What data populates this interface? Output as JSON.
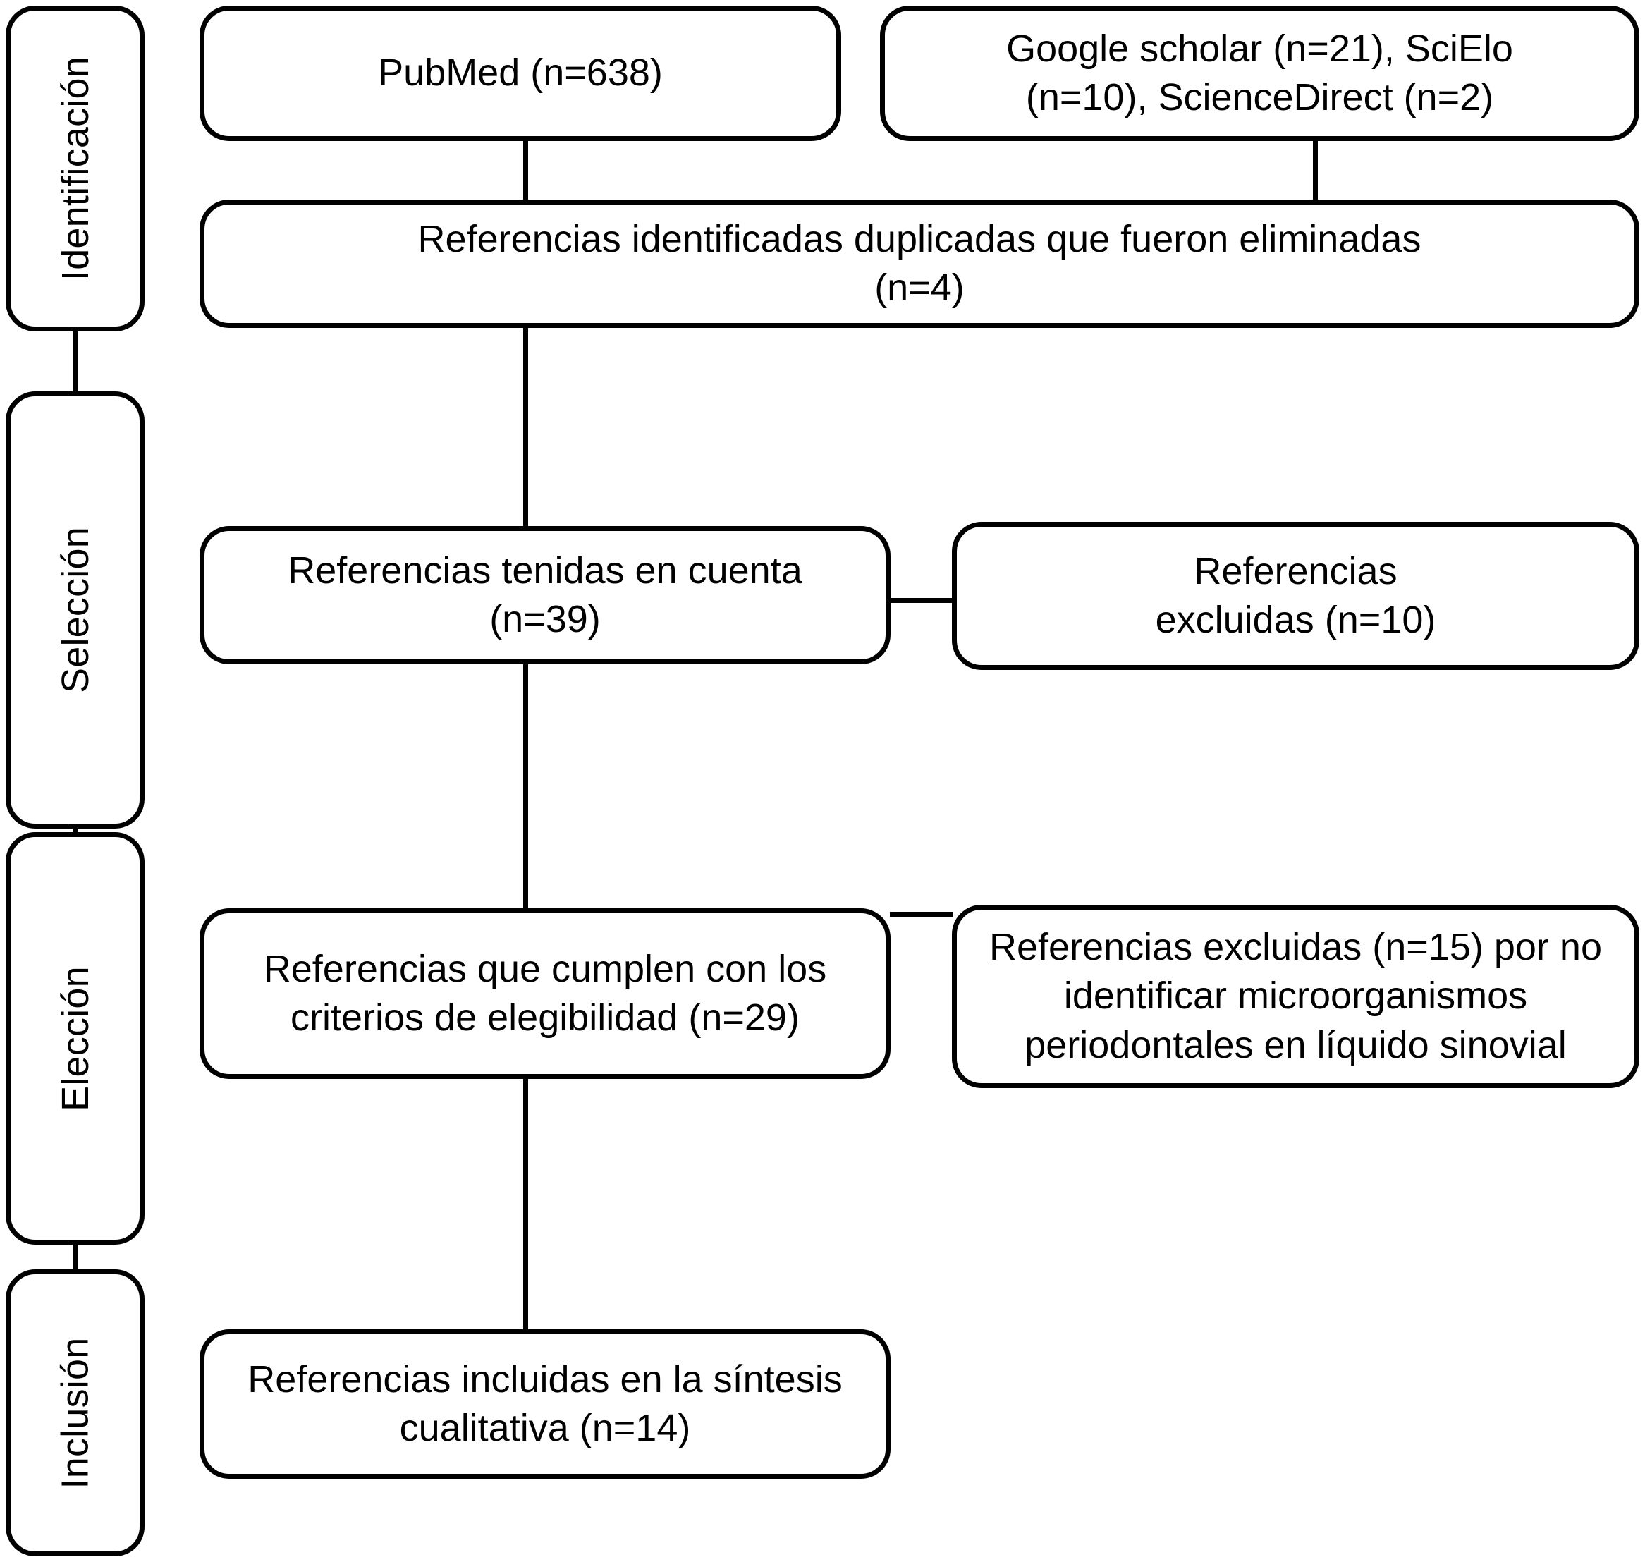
{
  "diagram": {
    "title": "PRISMA flow diagram",
    "language": "es",
    "line_color": "#000000",
    "box_fill": "#ffffff",
    "text_color": "#000000"
  },
  "stages": [
    {
      "id": "identificacion",
      "label": "Identificación"
    },
    {
      "id": "seleccion",
      "label": "Selección"
    },
    {
      "id": "eleccion",
      "label": "Elección"
    },
    {
      "id": "inclusion",
      "label": "Inclusión"
    }
  ],
  "nodes": {
    "pubmed": {
      "text": "PubMed (n=638)"
    },
    "other_sources": {
      "text": "Google scholar (n=21), SciElo\n(n=10), ScienceDirect (n=2)"
    },
    "duplicates": {
      "text": "Referencias identificadas duplicadas que fueron eliminadas\n(n=4)"
    },
    "screened": {
      "text": "Referencias tenidas en cuenta (n=39)"
    },
    "excluded_1": {
      "text": "Referencias\nexcluidas (n=10)"
    },
    "eligible": {
      "text": "Referencias que cumplen con los\ncriterios de elegibilidad (n=29)"
    },
    "excluded_2": {
      "text": "Referencias excluidas (n=15) por no\nidentificar microorganismos\nperiodontales en líquido sinovial"
    },
    "included": {
      "text": "Referencias incluidas en la síntesis\ncualitativa (n=14)"
    }
  },
  "chart_data": {
    "type": "diagram",
    "title": "PRISMA flow diagram",
    "records": [
      {
        "stage": "Identificación",
        "label": "PubMed",
        "n": 638
      },
      {
        "stage": "Identificación",
        "label": "Google scholar",
        "n": 21
      },
      {
        "stage": "Identificación",
        "label": "SciElo",
        "n": 10
      },
      {
        "stage": "Identificación",
        "label": "ScienceDirect",
        "n": 2
      },
      {
        "stage": "Identificación",
        "label": "Referencias identificadas duplicadas que fueron eliminadas",
        "n": 4
      },
      {
        "stage": "Selección",
        "label": "Referencias tenidas en cuenta",
        "n": 39
      },
      {
        "stage": "Selección",
        "label": "Referencias excluidas",
        "n": 10
      },
      {
        "stage": "Elección",
        "label": "Referencias que cumplen con los criterios de elegibilidad",
        "n": 29
      },
      {
        "stage": "Elección",
        "label": "Referencias excluidas por no identificar microorganismos periodontales en líquido sinovial",
        "n": 15
      },
      {
        "stage": "Inclusión",
        "label": "Referencias incluidas en la síntesis cualitativa",
        "n": 14
      }
    ]
  }
}
